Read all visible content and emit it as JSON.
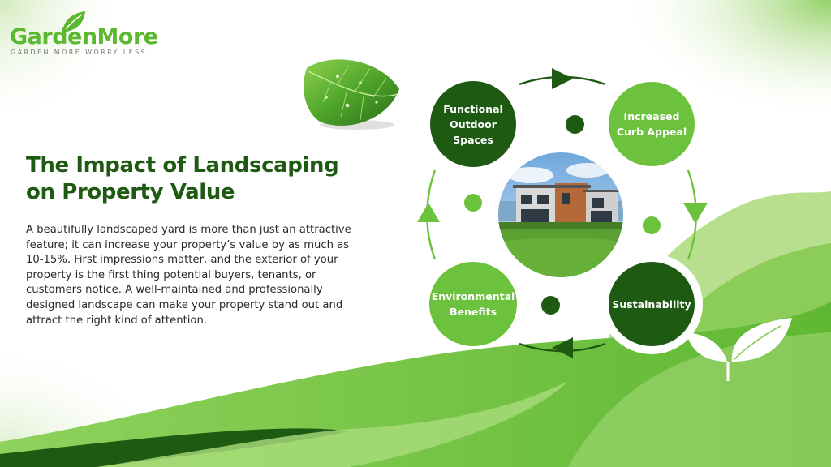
{
  "brand": {
    "name": "GardenMore",
    "tagline": "GARDEN MORE WORRY LESS"
  },
  "heading": "The Impact of Landscaping on Property Value",
  "body": "A beautifully landscaped yard is more than just an attractive feature; it can increase your property’s value by as much as 10-15%. First impressions matter, and the exterior of your property is the first thing potential buyers, tenants, or customers notice. A well-maintained and professionally designed landscape can make your property stand out and attract the right kind of attention.",
  "cycle": {
    "functional": "Functional\nOutdoor\nSpaces",
    "curb": "Increased\nCurb Appeal",
    "environmental": "Environmental\nBenefits",
    "sustainability": "Sustainability"
  },
  "colors": {
    "dark_green": "#1f5a12",
    "light_green": "#6cc23d",
    "logo_green": "#5cb82f"
  },
  "icons": [
    "leaf-icon",
    "arrow-right-icon",
    "arrow-down-icon",
    "arrow-left-icon",
    "arrow-up-icon",
    "sprout-icon"
  ]
}
